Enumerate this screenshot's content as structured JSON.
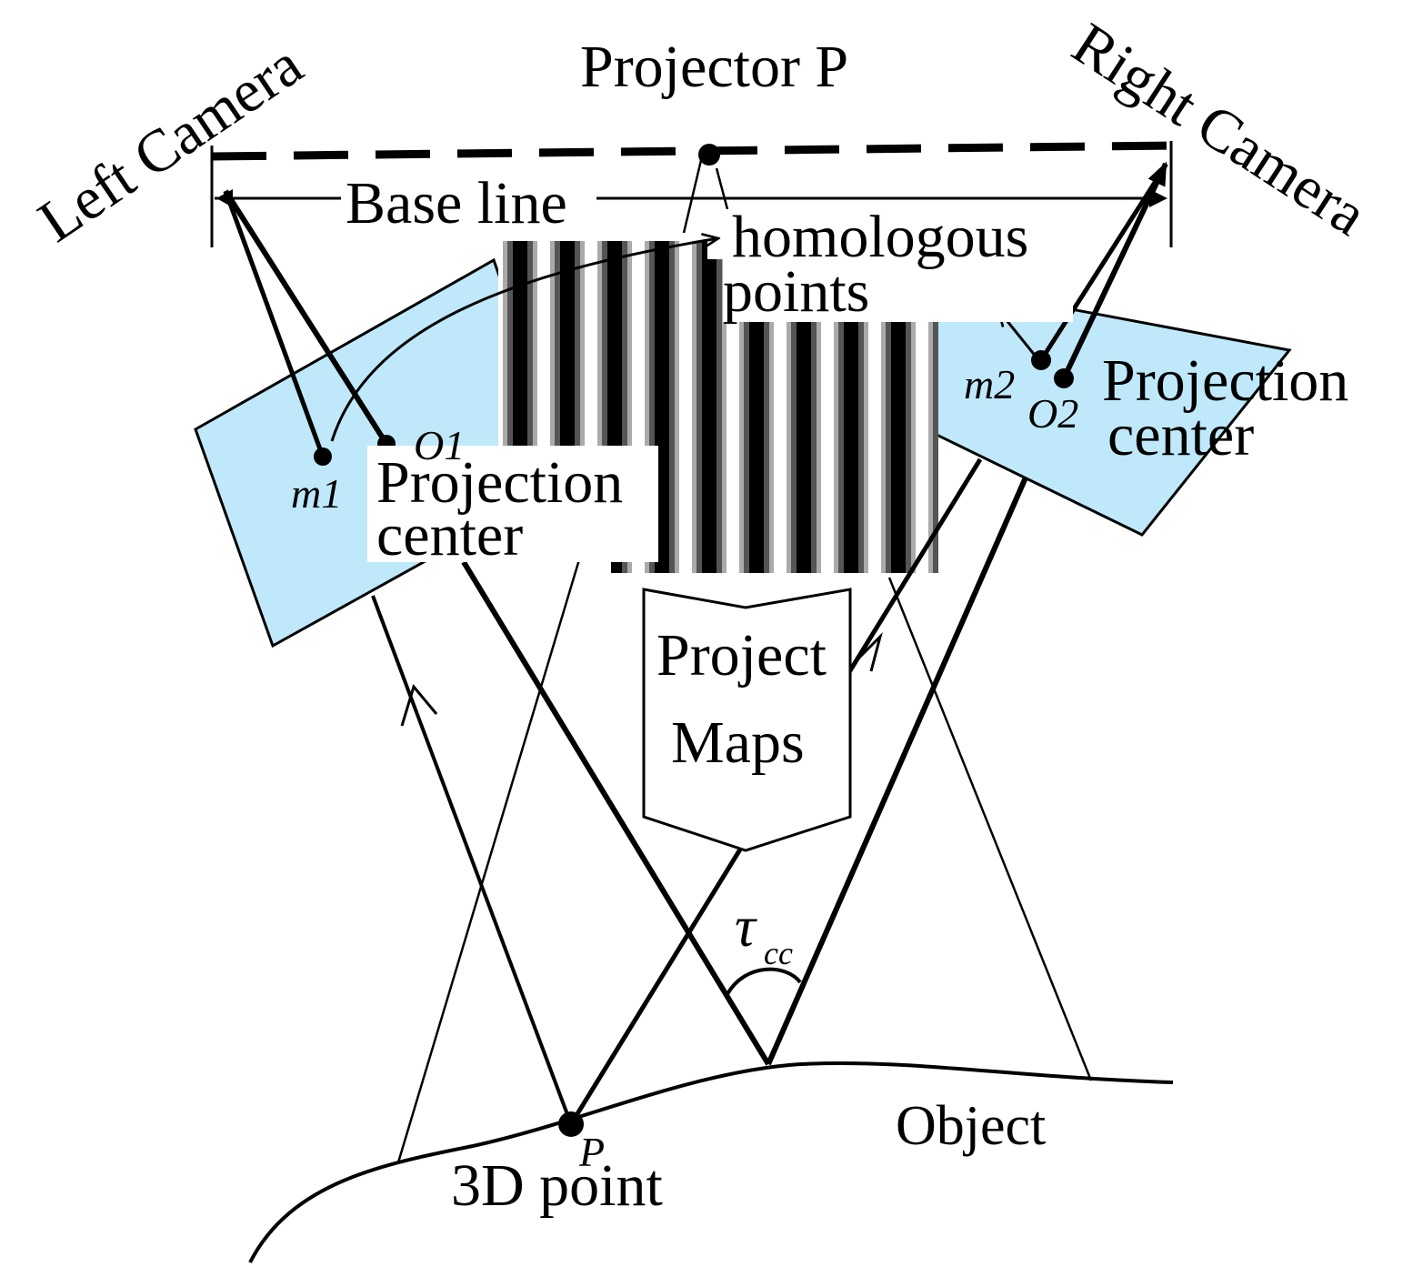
{
  "labels": {
    "left_camera": "Left Camera",
    "projector": "Projector P",
    "right_camera": "Right Camera",
    "base_line": "Base line",
    "homologous_line1": "homologous",
    "homologous_line2": "points",
    "m1": "m1",
    "o1": "O1",
    "left_proj_line1": "Projection",
    "left_proj_line2": "center",
    "m2": "m2",
    "o2": "O2",
    "right_proj_line1": "Projection",
    "right_proj_line2": "center",
    "project_line1": "Project",
    "project_line2": "Maps",
    "tau": "τ",
    "tau_sub": "cc",
    "p_label": "P",
    "point_label": "3D point",
    "object_label": "Object"
  },
  "colors": {
    "image_plane": "#bfe9fb",
    "stroke": "#000000",
    "background": "#ffffff"
  },
  "fringe_pattern": "vertical sinusoidal black-white stripes"
}
